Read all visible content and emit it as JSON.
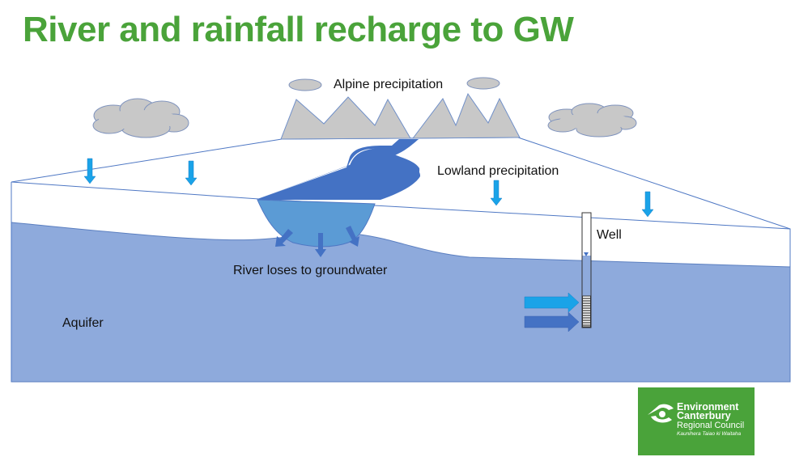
{
  "title": "River and rainfall recharge to GW",
  "labels": {
    "alpine": "Alpine precipitation",
    "lowland": "Lowland precipitation",
    "well": "Well",
    "river_loss": "River loses to groundwater",
    "aquifer": "Aquifer"
  },
  "logo": {
    "line1": "Environment",
    "line2": "Canterbury",
    "line3": "Regional Council",
    "line4": "Kaunihera Taiao ki Waitaha"
  },
  "colors": {
    "title_green": "#4aa33a",
    "aquifer": "#8eaadc",
    "river_dark": "#4472c4",
    "river_light": "#5b9bd5",
    "rain_arrow": "#1aa3e8",
    "mountain": "#c8c8c8",
    "cloud": "#c8c8c8"
  }
}
